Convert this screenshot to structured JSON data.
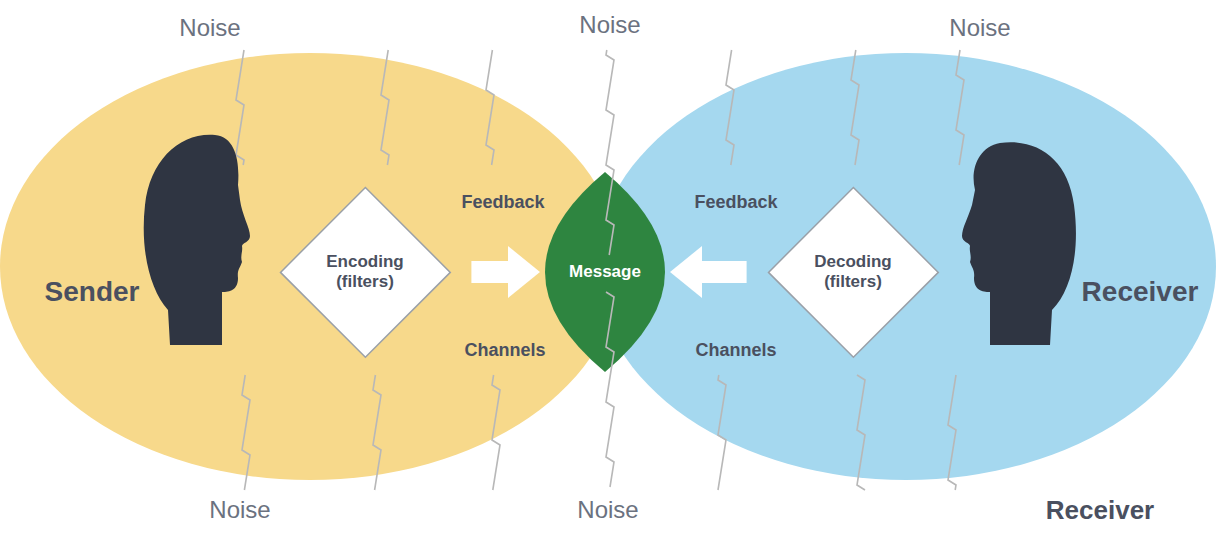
{
  "diagram": {
    "nodes": [
      {
        "text": [
          "Sender"
        ]
      },
      {
        "text": [
          "Encoding (filters)"
        ],
        "in": 0
      },
      {
        "text": [
          "Message"
        ]
      },
      {
        "text": [
          "Receiver"
        ]
      },
      {
        "text": [
          "Decoding (filters)"
        ],
        "in": 3
      }
    ],
    "edges": [
      {
        "from": 1,
        "to": 2,
        "arrow": "to"
      },
      {
        "from": 4,
        "to": 2,
        "arrow": "to"
      }
    ],
    "labels": [
      "Noise",
      "Noise",
      "Noise",
      "Feedback",
      "Feedback",
      "Channels",
      "Channels",
      "Noise",
      "Noise",
      "Receiver"
    ]
  }
}
